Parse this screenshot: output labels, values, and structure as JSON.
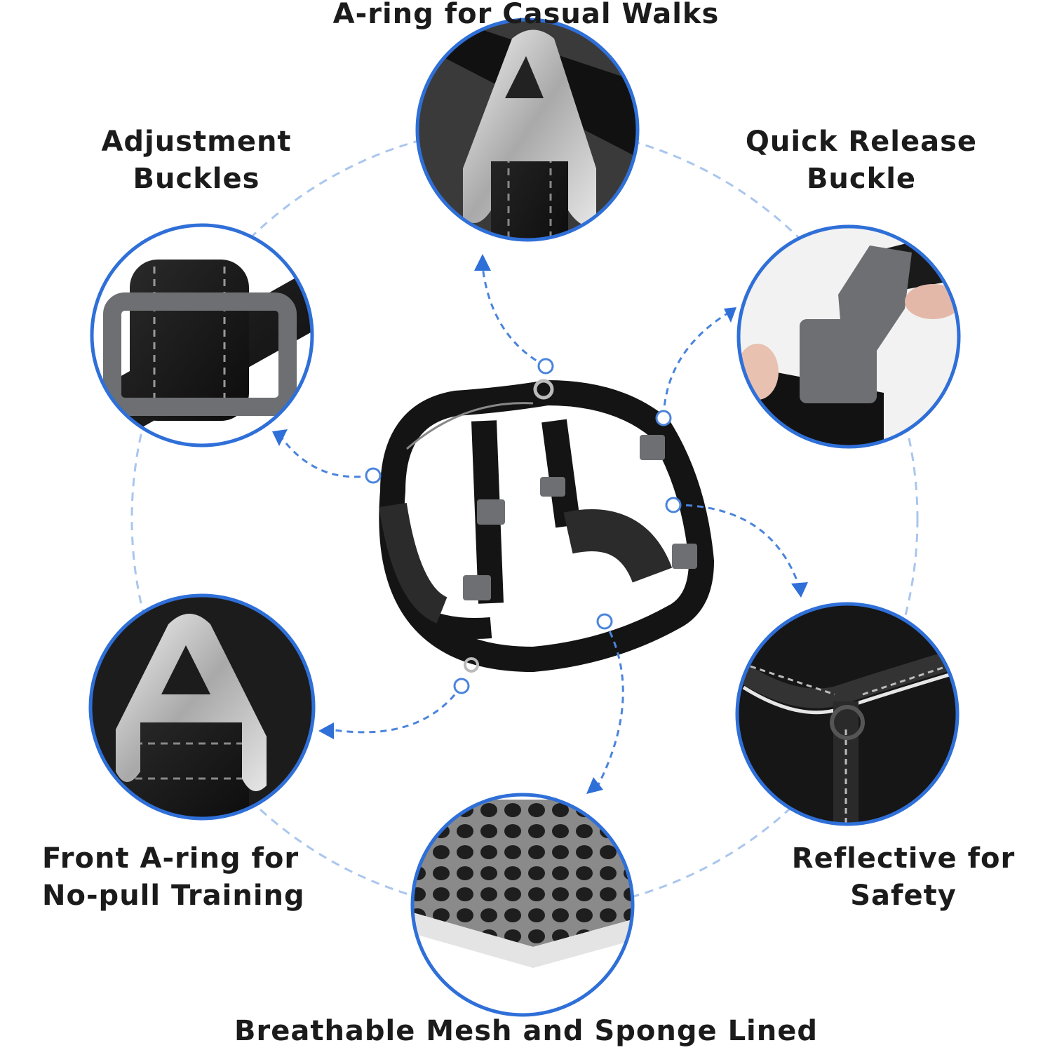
{
  "colors": {
    "accent": "#2f6fd8",
    "dashed": "#a9c6ee",
    "text": "#1b1b1b",
    "strap": "#1a1a1a",
    "buckle": "#6d6f72"
  },
  "features": {
    "top": {
      "lines": [
        "A-ring for Casual Walks"
      ],
      "icon": "a-ring-closeup"
    },
    "top_left": {
      "lines": [
        "Adjustment",
        "Buckles"
      ],
      "icon": "slide-buckle-closeup"
    },
    "top_right": {
      "lines": [
        "Quick Release",
        "Buckle"
      ],
      "icon": "quick-release-buckle-closeup"
    },
    "bottom_left": {
      "lines": [
        "Front A-ring for",
        "No-pull Training"
      ],
      "icon": "front-a-ring-closeup"
    },
    "bottom_right": {
      "lines": [
        "Reflective for",
        "Safety"
      ],
      "icon": "reflective-trim-closeup"
    },
    "bottom": {
      "lines": [
        "Breathable Mesh and Sponge Lined"
      ],
      "icon": "mesh-sponge-closeup"
    }
  },
  "center_image": "dog-harness"
}
